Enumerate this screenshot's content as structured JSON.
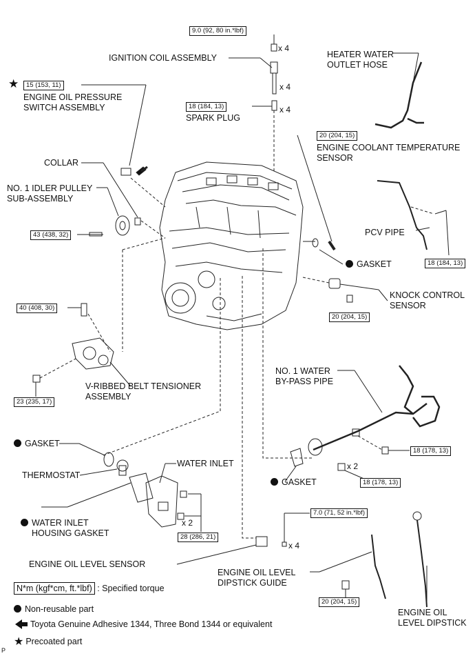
{
  "torques": {
    "t_coil_bolt": "9.0 (92, 80 in.*lbf)",
    "t_oil_switch": "15 (153, 11)",
    "t_spark": "18 (184, 13)",
    "t_ect": "20 (204, 15)",
    "t_idler": "43 (438, 32)",
    "t_pcv": "18 (184, 13)",
    "t_knock": "20 (204, 15)",
    "t_tens_bolt": "40 (408, 30)",
    "t_tens_nut": "23 (235, 17)",
    "t_bypass_bolt": "18 (178, 13)",
    "t_bypass_nut": "18 (178, 13)",
    "t_water_inlet": "28 (286, 21)",
    "t_oil_level": "7.0 (71, 52 in.*lbf)",
    "t_dipstick_guide": "20 (204, 15)"
  },
  "quantities": {
    "q_coil_bolt": "x 4",
    "q_coil": "x 4",
    "q_spark": "x 4",
    "q_bypass_nut": "x 2",
    "q_water_inlet": "x 2",
    "q_oil_level": "x 4"
  },
  "parts": {
    "ignition_coil": "IGNITION COIL ASSEMBLY",
    "heater_hose_1": "HEATER WATER",
    "heater_hose_2": "OUTLET HOSE",
    "oil_switch_1": "ENGINE OIL PRESSURE",
    "oil_switch_2": "SWITCH ASSEMBLY",
    "spark_plug": "SPARK PLUG",
    "ect_1": "ENGINE COOLANT TEMPERATURE",
    "ect_2": "SENSOR",
    "collar": "COLLAR",
    "idler_1": "NO. 1 IDLER PULLEY",
    "idler_2": "SUB-ASSEMBLY",
    "pcv_pipe": "PCV PIPE",
    "gasket_ect": "GASKET",
    "knock_1": "KNOCK CONTROL",
    "knock_2": "SENSOR",
    "bypass_1": "NO. 1 WATER",
    "bypass_2": "BY-PASS PIPE",
    "tensioner_1": "V-RIBBED BELT TENSIONER",
    "tensioner_2": "ASSEMBLY",
    "gasket_thermo": "GASKET",
    "water_inlet": "WATER INLET",
    "thermostat": "THERMOSTAT",
    "gasket_bypass": "GASKET",
    "inlet_gasket_1": "WATER INLET",
    "inlet_gasket_2": "HOUSING GASKET",
    "oil_level_sensor": "ENGINE OIL LEVEL SENSOR",
    "dip_guide_1": "ENGINE OIL LEVEL",
    "dip_guide_2": "DIPSTICK GUIDE",
    "dipstick_1": "ENGINE OIL",
    "dipstick_2": "LEVEL DIPSTICK"
  },
  "legend": {
    "torque_unit": "N*m (kgf*cm, ft.*lbf)",
    "torque_desc": ": Specified torque",
    "non_reusable": "Non-reusable part",
    "adhesive": "Toyota Genuine Adhesive 1344, Three Bond 1344 or equivalent",
    "precoated": "Precoated part"
  },
  "page_ref": "P"
}
